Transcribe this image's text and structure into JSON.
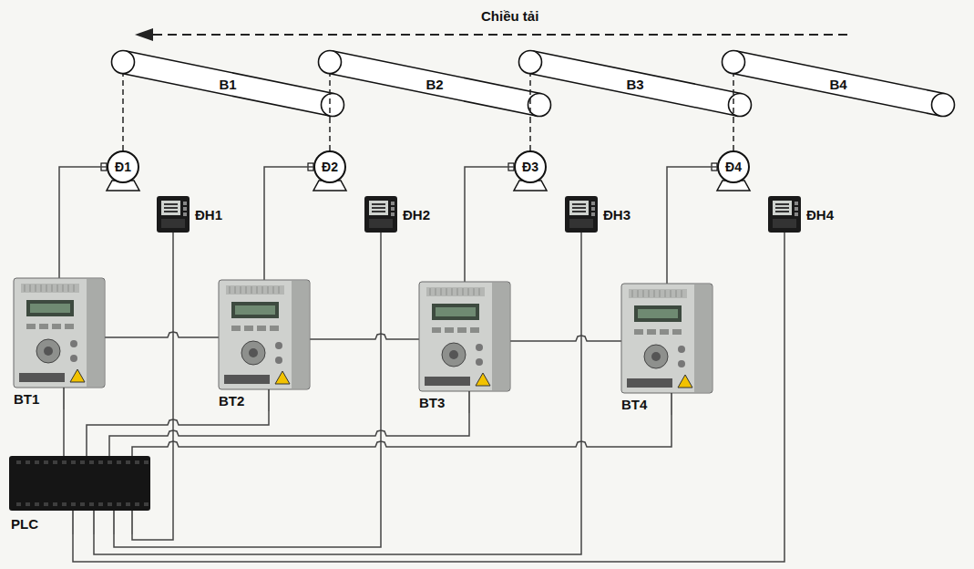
{
  "diagram": {
    "nodes": [
      {
        "text": [
          "B1"
        ]
      },
      {
        "text": [
          "B2"
        ]
      },
      {
        "text": [
          "B3"
        ]
      },
      {
        "text": [
          "B4"
        ]
      },
      {
        "text": [
          "Đ1"
        ]
      },
      {
        "text": [
          "Đ2"
        ]
      },
      {
        "text": [
          "Đ3"
        ]
      },
      {
        "text": [
          "Đ4"
        ]
      },
      {
        "text": [
          "ĐH1"
        ]
      },
      {
        "text": [
          "ĐH2"
        ]
      },
      {
        "text": [
          "ĐH3"
        ]
      },
      {
        "text": [
          "ĐH4"
        ]
      },
      {
        "text": [
          "BT1"
        ]
      },
      {
        "text": [
          "BT2"
        ]
      },
      {
        "text": [
          "BT3"
        ]
      },
      {
        "text": [
          "BT4"
        ]
      },
      {
        "text": [
          "PLC"
        ]
      }
    ],
    "edges": [
      {
        "from": 0,
        "to": 4,
        "arrow": "none"
      },
      {
        "from": 1,
        "to": 5,
        "arrow": "none"
      },
      {
        "from": 2,
        "to": 6,
        "arrow": "none"
      },
      {
        "from": 3,
        "to": 7,
        "arrow": "none"
      },
      {
        "from": 4,
        "to": 12,
        "arrow": "none"
      },
      {
        "from": 5,
        "to": 13,
        "arrow": "none"
      },
      {
        "from": 6,
        "to": 14,
        "arrow": "none"
      },
      {
        "from": 7,
        "to": 15,
        "arrow": "none"
      },
      {
        "from": 12,
        "to": 13,
        "arrow": "none"
      },
      {
        "from": 13,
        "to": 14,
        "arrow": "none"
      },
      {
        "from": 14,
        "to": 15,
        "arrow": "none"
      },
      {
        "from": 12,
        "to": 16,
        "arrow": "none"
      },
      {
        "from": 13,
        "to": 16,
        "arrow": "none"
      },
      {
        "from": 14,
        "to": 16,
        "arrow": "none"
      },
      {
        "from": 15,
        "to": 16,
        "arrow": "none"
      },
      {
        "from": 8,
        "to": 16,
        "arrow": "none"
      },
      {
        "from": 9,
        "to": 16,
        "arrow": "none"
      },
      {
        "from": 10,
        "to": 16,
        "arrow": "none"
      },
      {
        "from": 11,
        "to": 16,
        "arrow": "none"
      }
    ],
    "labels": [
      "Chiều tải"
    ]
  }
}
